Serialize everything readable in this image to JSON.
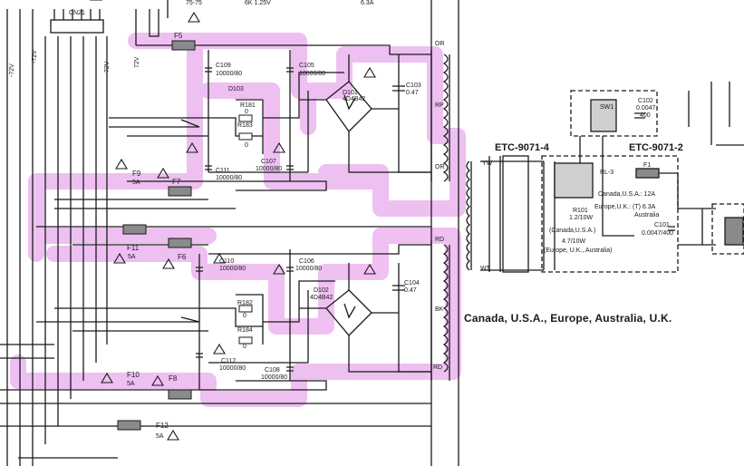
{
  "top_left_labels": {
    "cn": "CN21",
    "v1": "-72V",
    "v2": "-72V",
    "v3": "72V",
    "v4": "72V",
    "top1": "75-75",
    "top2": "6K 1.25V",
    "top3": "6.3A"
  },
  "upper": {
    "f5": "F5",
    "c109": "C109",
    "c109v": "10000/80",
    "c105": "C105",
    "c105v": "10000/80",
    "d103": "D103",
    "r181": "R181",
    "r181v": "0",
    "r183": "R183",
    "r183v": "0",
    "d101": "D101",
    "d101v": "4D4B42",
    "c103": "C103",
    "c103v": "0.47",
    "c111": "C111",
    "c111v": "10000/80",
    "c107": "C107",
    "c107v": "10000/80",
    "f9": "F9",
    "f9v": "5A",
    "f7": "F7",
    "or1": "OR",
    "rp": "RP",
    "or2": "OR"
  },
  "lower": {
    "f11": "F11",
    "f11v": "5A",
    "f6": "F6",
    "c110": "C110",
    "c110v": "10000/80",
    "c106": "C106",
    "c106v": "10000/80",
    "d102": "D102",
    "d102v": "4D4B42",
    "c104": "C104",
    "c104v": "0.47",
    "r182": "R182",
    "r182v": "0",
    "r184": "R184",
    "r184v": "0",
    "c112": "C112",
    "c112v": "10000/80",
    "c108": "C108",
    "c108v": "10000/80",
    "f10": "F10",
    "f10v": "5A",
    "f8": "F8",
    "f12": "F12",
    "f12v": "5A",
    "rd1": "RD",
    "bk": "BK",
    "rd2": "RD"
  },
  "right": {
    "etc4": "ETC-9071-4",
    "etc2": "ETC-9071-2",
    "sw1": "SW1",
    "c102": "C102",
    "c102v1": "0.0047",
    "c102v2": "400",
    "rl3": "RL-3",
    "f1": "F1",
    "yw": "YW",
    "wt": "WT",
    "fuse1": "Canada,U.S.A.: 12A",
    "fuse2": "Europe,U.K.: (T) 6.3A",
    "fuse3": "Australia",
    "r101": "R101",
    "r101a": "1.2/10W",
    "r101b": "(Canada,U.S.A.)",
    "r101c": "4.7/10W",
    "r101d": "(Europe, U.K., Australia)",
    "c101": "C101",
    "c101v": "0.0047/400"
  },
  "footer": "Canada, U.S.A., Europe, Australia, U.K.",
  "colors": {
    "ink": "#1a1a1a",
    "highlight": "#e18ce6",
    "paper": "#ffffff",
    "shade": "#8a8a8a"
  }
}
